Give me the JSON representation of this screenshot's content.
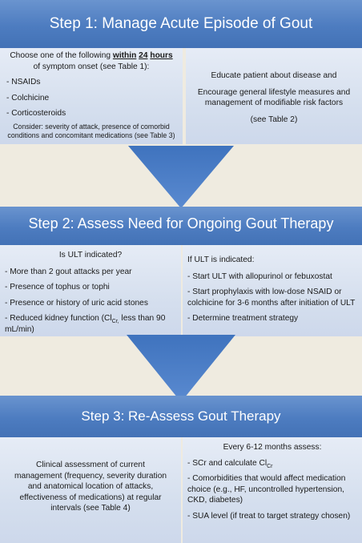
{
  "step1": {
    "title": "Step 1: Manage Acute Episode of Gout",
    "left": {
      "intro_before": "Choose one of the following",
      "intro_highlight_1": "within",
      "intro_highlight_2": "24",
      "intro_highlight_3": "hours",
      "intro_after": "of symptom onset (see Table 1):",
      "items": [
        "- NSAIDs",
        "- Colchicine",
        "- Corticosteroids"
      ],
      "note": "Consider: severity of attack, presence of comorbid conditions and concomitant medications (see Table 3)"
    },
    "right": {
      "line1": "Educate patient about disease and",
      "line2": "Encourage general lifestyle measures and management of modifiable risk factors",
      "line3": "(see Table 2)"
    }
  },
  "step2": {
    "title": "Step 2: Assess Need for Ongoing Gout Therapy",
    "left": {
      "heading": "Is ULT indicated?",
      "items": [
        "- More than 2 gout attacks per year",
        "- Presence of tophus or tophi",
        "- Presence or history of uric acid stones"
      ],
      "kidney_a": "- Reduced kidney function  (Cl",
      "kidney_sub": "Cr,",
      "kidney_b": " less than 90 mL/min)"
    },
    "right": {
      "heading": "If ULT is indicated:",
      "items": [
        "- Start ULT with allopurinol or febuxostat",
        "- Start prophylaxis with low-dose NSAID or colchicine for 3-6 months after initiation of ULT",
        "- Determine treatment strategy"
      ]
    }
  },
  "step3": {
    "title": "Step 3: Re-Assess Gout Therapy",
    "left": {
      "text": "Clinical assessment of current management (frequency, severity duration and anatomical location of attacks, effectiveness of medications) at regular intervals  (see Table 4)"
    },
    "right": {
      "heading": "Every 6-12 months assess:",
      "scr_a": "- SCr and calculate Cl",
      "scr_sub": "Cr",
      "items": [
        "- Comorbidities that would affect medication choice (e.g., HF, uncontrolled hypertension, CKD, diabetes)",
        "- SUA level (if treat to target strategy chosen)"
      ]
    }
  },
  "colors": {
    "header": "#4d7cc0",
    "panel": "#d5dfee",
    "arrow": "#4a7fcb",
    "background": "#efebe0"
  }
}
